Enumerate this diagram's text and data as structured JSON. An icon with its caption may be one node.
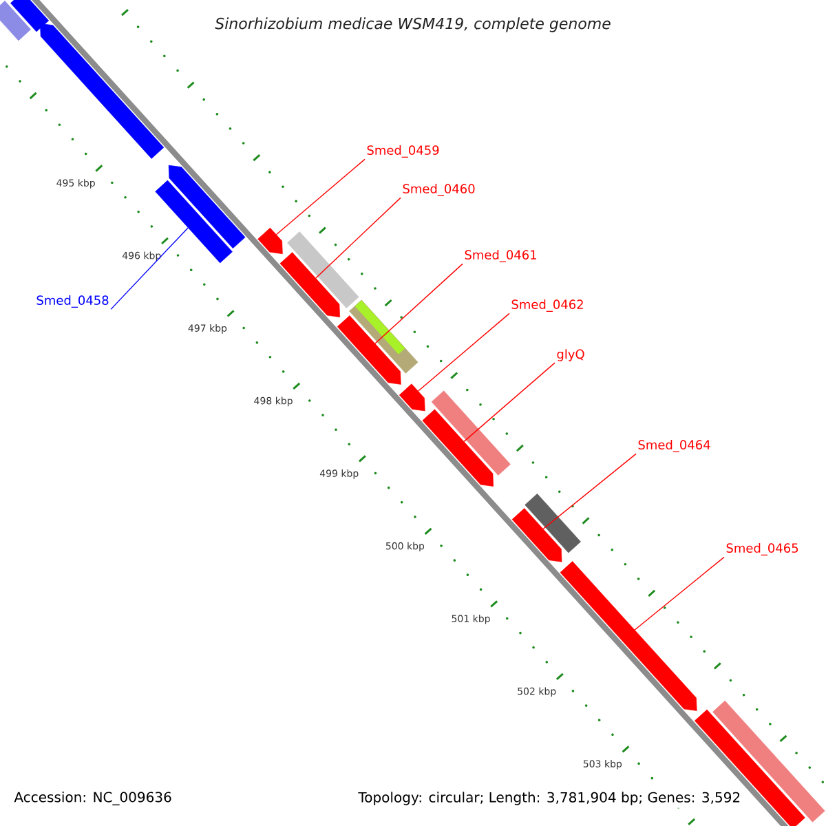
{
  "diagram": {
    "title": "Sinorhizobium medicae WSM419, complete genome",
    "nodes": [
      {
        "text": [],
        "shape": "bar"
      },
      {
        "text": [],
        "shape": "bar"
      },
      {
        "text": [],
        "shape": "arrow"
      },
      {
        "text": [],
        "shape": "arrow"
      },
      {
        "text": [],
        "shape": "bar"
      },
      {
        "text": [],
        "shape": "arrow"
      },
      {
        "text": [],
        "shape": "bar"
      },
      {
        "text": [],
        "shape": "arrow"
      },
      {
        "text": [],
        "shape": "bar"
      },
      {
        "text": [],
        "shape": "arrow"
      },
      {
        "text": [],
        "shape": "arrow"
      },
      {
        "text": [],
        "shape": "bar"
      },
      {
        "text": [],
        "shape": "arrow"
      },
      {
        "text": [],
        "shape": "arrow"
      },
      {
        "text": [],
        "shape": "bar"
      },
      {
        "text": [],
        "shape": "arrow"
      },
      {
        "text": [],
        "shape": "bar"
      },
      {
        "text": [],
        "shape": "bar"
      },
      {
        "text": [
          "Smed_0458"
        ]
      },
      {
        "text": [
          "Smed_0459"
        ]
      },
      {
        "text": [
          "Smed_0460"
        ]
      },
      {
        "text": [
          "Smed_0461"
        ]
      },
      {
        "text": [
          "Smed_0462"
        ]
      },
      {
        "text": [
          "glyQ"
        ]
      },
      {
        "text": [
          "Smed_0464"
        ]
      },
      {
        "text": [
          "Smed_0465"
        ]
      }
    ],
    "edges": [
      {
        "from": 18,
        "to": 4,
        "arrow": "none",
        "color": "#0000ff"
      },
      {
        "from": 19,
        "to": 5,
        "arrow": "none"
      },
      {
        "from": 20,
        "to": 7,
        "arrow": "none"
      },
      {
        "from": 21,
        "to": 9,
        "arrow": "none"
      },
      {
        "from": 22,
        "to": 10,
        "arrow": "none"
      },
      {
        "from": 23,
        "to": 12,
        "arrow": "none"
      },
      {
        "from": 24,
        "to": 13,
        "arrow": "none"
      },
      {
        "from": 25,
        "to": 15,
        "arrow": "none"
      }
    ],
    "labels": [
      "495 kbp",
      "496 kbp",
      "497 kbp",
      "498 kbp",
      "499 kbp",
      "500 kbp",
      "501 kbp",
      "502 kbp",
      "503 kbp",
      "Accession: NC_009636",
      "Topology: circular; Length: 3,781,904 bp; Genes: 3,592"
    ]
  }
}
